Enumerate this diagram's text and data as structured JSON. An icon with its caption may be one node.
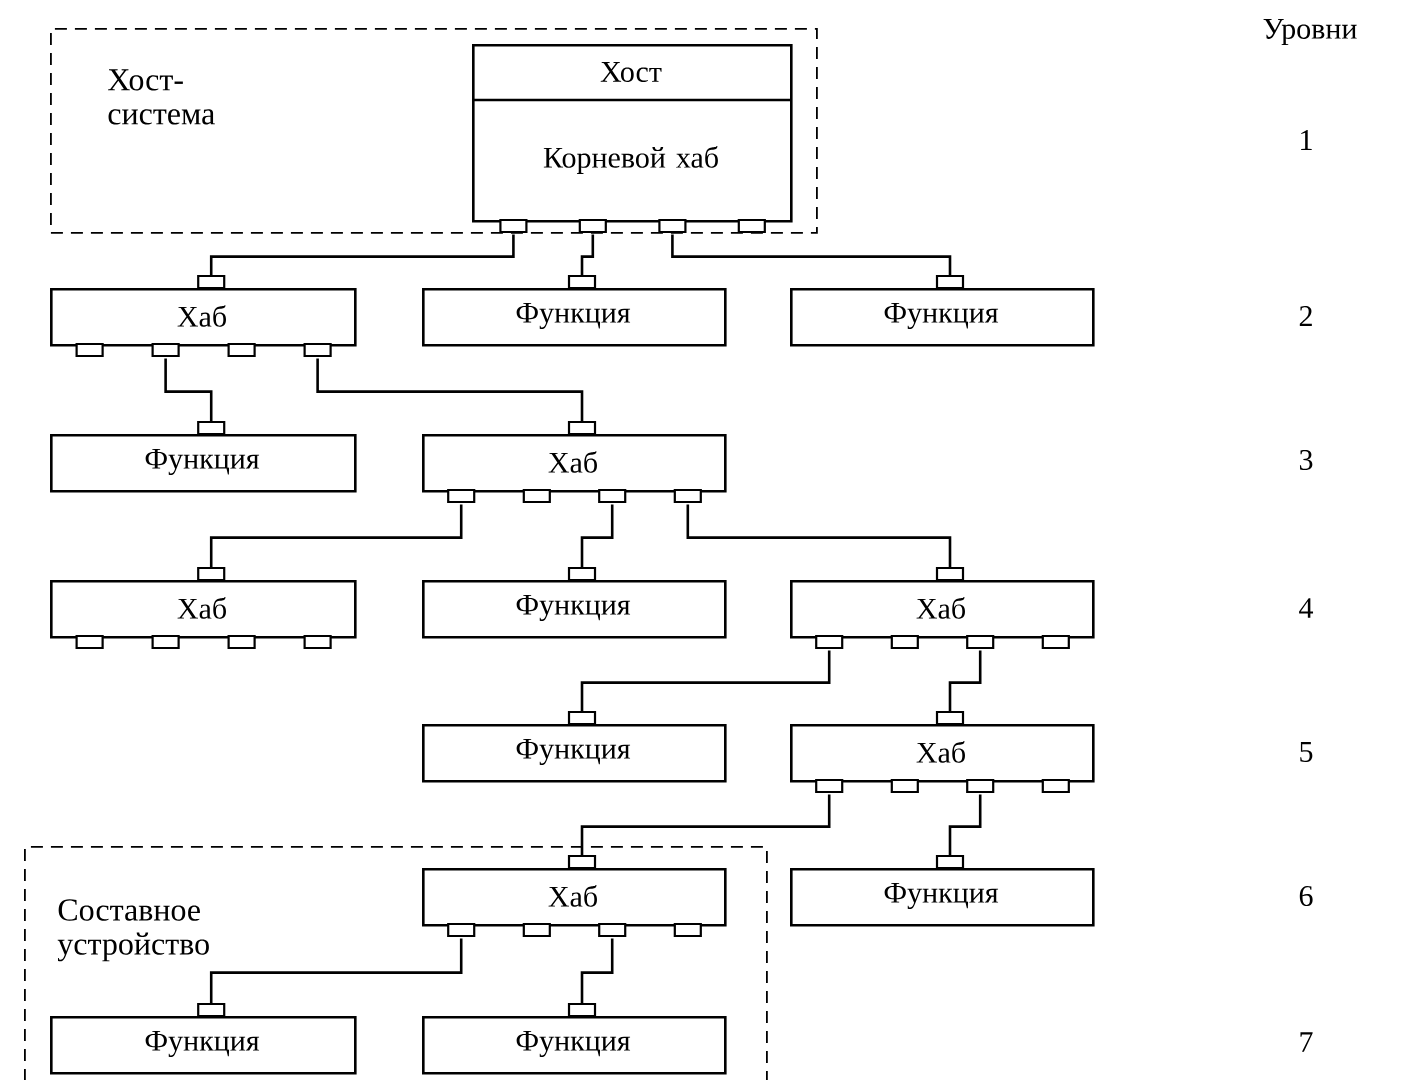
{
  "diagram": {
    "nodes": [
      {
        "text": [
          "Хост-система"
        ]
      },
      {
        "text": [
          "Хост",
          "Корневой хаб"
        ],
        "in": 0
      },
      {
        "text": [
          "Хаб"
        ]
      },
      {
        "text": [
          "Функция"
        ]
      },
      {
        "text": [
          "Функция"
        ]
      },
      {
        "text": [
          "Функция"
        ]
      },
      {
        "text": [
          "Хаб"
        ]
      },
      {
        "text": [
          "Хаб"
        ]
      },
      {
        "text": [
          "Функция"
        ]
      },
      {
        "text": [
          "Хаб"
        ]
      },
      {
        "text": [
          "Функция"
        ]
      },
      {
        "text": [
          "Хаб"
        ]
      },
      {
        "text": [
          "Составное устройство"
        ]
      },
      {
        "text": [
          "Хаб"
        ],
        "in": 12
      },
      {
        "text": [
          "Функция"
        ]
      },
      {
        "text": [
          "Функция"
        ],
        "in": 12
      },
      {
        "text": [
          "Функция"
        ],
        "in": 12
      }
    ],
    "edges": [
      {
        "from": 1,
        "to": 2,
        "arrow": "none"
      },
      {
        "from": 1,
        "to": 3,
        "arrow": "none"
      },
      {
        "from": 1,
        "to": 4,
        "arrow": "none"
      },
      {
        "from": 2,
        "to": 5,
        "arrow": "none"
      },
      {
        "from": 2,
        "to": 6,
        "arrow": "none"
      },
      {
        "from": 6,
        "to": 7,
        "arrow": "none"
      },
      {
        "from": 6,
        "to": 8,
        "arrow": "none"
      },
      {
        "from": 6,
        "to": 9,
        "arrow": "none"
      },
      {
        "from": 9,
        "to": 10,
        "arrow": "none"
      },
      {
        "from": 9,
        "to": 11,
        "arrow": "none"
      },
      {
        "from": 11,
        "to": 13,
        "arrow": "none"
      },
      {
        "from": 11,
        "to": 14,
        "arrow": "none"
      },
      {
        "from": 13,
        "to": 15,
        "arrow": "none"
      },
      {
        "from": 13,
        "to": 16,
        "arrow": "none"
      }
    ],
    "labels": [
      "Уровни",
      "1",
      "2",
      "3",
      "4",
      "5",
      "6",
      "7"
    ]
  }
}
